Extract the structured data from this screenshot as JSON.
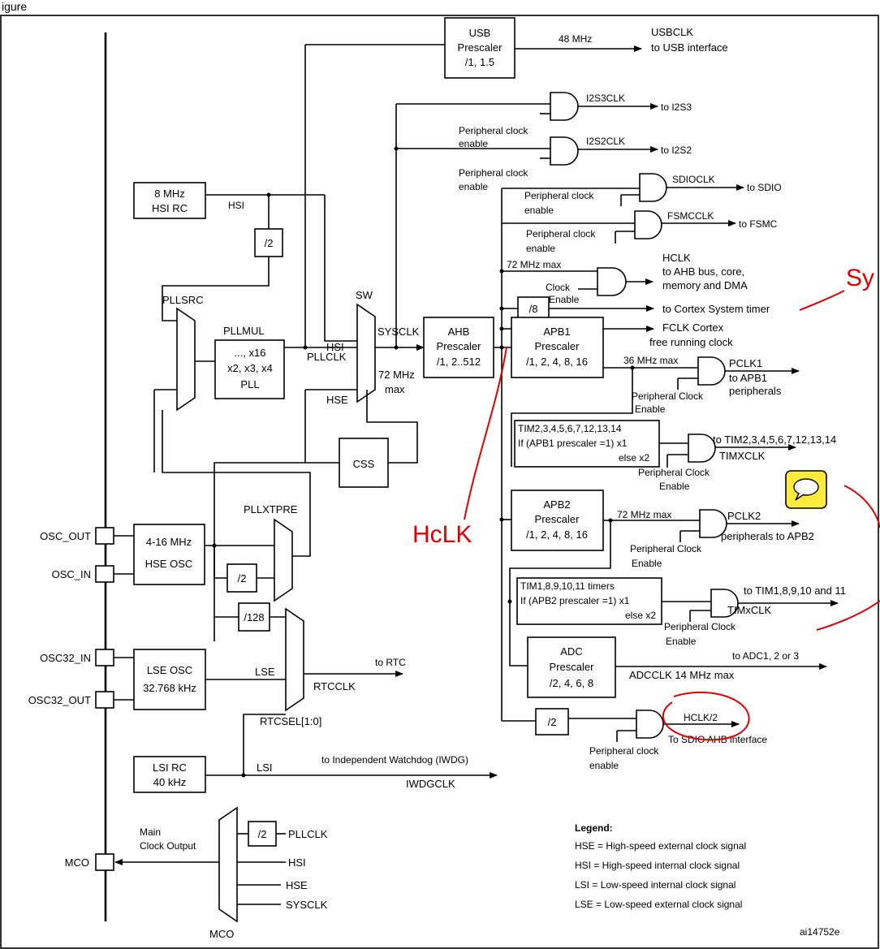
{
  "figure_label": "igure",
  "blocks": {
    "usb": [
      "USB",
      "Prescaler",
      "/1, 1.5"
    ],
    "hsi_rc": [
      "8 MHz",
      "HSI RC"
    ],
    "pll": [
      "..., x16",
      "x2, x3, x4",
      "PLL"
    ],
    "ahb": [
      "AHB",
      "Prescaler",
      "/1, 2..512"
    ],
    "apb1": [
      "APB1",
      "Prescaler",
      "/1, 2, 4, 8, 16"
    ],
    "apb2": [
      "APB2",
      "Prescaler",
      "/1, 2, 4, 8, 16"
    ],
    "adc": [
      "ADC",
      "Prescaler",
      "/2, 4, 6, 8"
    ],
    "css": "CSS",
    "hse_osc": [
      "4-16 MHz",
      "HSE OSC"
    ],
    "lse_osc": [
      "LSE OSC",
      "32.768 kHz"
    ],
    "lsi_rc": [
      "LSI RC",
      "40 kHz"
    ],
    "tim_apb1": [
      "TIM2,3,4,5,6,7,12,13,14",
      "If (APB1 prescaler =1) x1",
      "else  x2"
    ],
    "tim_apb2": [
      "TIM1,8,9,10,11 timers",
      "If (APB2 prescaler =1) x1",
      "else x2"
    ]
  },
  "dividers": {
    "hsi_div2": "/2",
    "hse_div2": "/2",
    "div128": "/128",
    "sys_div8": "/8",
    "sdio_div2": "/2",
    "mco_div2": "/2"
  },
  "labels": {
    "usb_48mhz": "48 MHz",
    "usbclk": "USBCLK",
    "to_usb": "to USB interface",
    "i2s3clk": "I2S3CLK",
    "to_i2s3": "to I2S3",
    "i2s2clk": "I2S2CLK",
    "to_i2s2": "to I2S2",
    "periph_clock": "Peripheral clock",
    "enable": "enable",
    "sdioclk": "SDIOCLK",
    "to_sdio": "to SDIO",
    "fsmcclk": "FSMCCLK",
    "to_fsmc": "to FSMC",
    "max72": "72 MHz max",
    "hclk": "HCLK",
    "to_ahb": "to AHB bus, core,",
    "mem_dma": "memory and DMA",
    "clock": "Clock",
    "enable_cap": "Enable",
    "to_cortex_timer": "to Cortex System timer",
    "fclk": "FCLK Cortex",
    "free_running": "free running clock",
    "hsi": "HSI",
    "hse": "HSE",
    "pllsrc": "PLLSRC",
    "pllmul": "PLLMUL",
    "sw": "SW",
    "sysclk": "SYSCLK",
    "pllclk": "PLLCLK",
    "mhz72": "72 MHz",
    "max": "max",
    "max36": "36 MHz max",
    "pclk1": "PCLK1",
    "to_apb1": "to APB1",
    "peripherals": "peripherals",
    "periph_clock_cap": "Peripheral Clock",
    "to_tim_apb1": "to TIM2,3,4,5,6,7,12,13,14",
    "timxclk_apb1": "TIMXCLK",
    "pclk2": "PCLK2",
    "periph_to_apb2": "peripherals to APB2",
    "to_tim_apb2": "to TIM1,8,9,10 and 11",
    "timxclk_apb2": "TIMxCLK",
    "to_adc": "to ADC1, 2 or 3",
    "adcclk": "ADCCLK 14 MHz max",
    "hclk2": "HCLK/2",
    "to_sdio_ahb": "To SDIO AHB interface",
    "pllxtpre": "PLLXTPRE",
    "osc_out": "OSC_OUT",
    "osc_in": "OSC_IN",
    "osc32_in": "OSC32_IN",
    "osc32_out": "OSC32_OUT",
    "lse": "LSE",
    "to_rtc": "to RTC",
    "rtcclk": "RTCCLK",
    "rtcsel": "RTCSEL[1:0]",
    "lsi": "LSI",
    "to_iwdg": "to Independent Watchdog (IWDG)",
    "iwdgclk": "IWDGCLK",
    "main": "Main",
    "clock_output": "Clock Output",
    "mco": "MCO",
    "mco_pllclk": "PLLCLK",
    "mco_hsi": "HSI",
    "mco_hse": "HSE",
    "mco_sysclk": "SYSCLK",
    "ref": "ai14752e"
  },
  "legend": {
    "title": "Legend:",
    "items": [
      "HSE = High-speed external clock signal",
      "HSI = High-speed internal clock signal",
      "LSI = Low-speed internal clock signal",
      "LSE = Low-speed external clock signal"
    ]
  },
  "annotations": {
    "handwritten_hclk": "HcLK",
    "handwritten_sy": "Sy"
  }
}
